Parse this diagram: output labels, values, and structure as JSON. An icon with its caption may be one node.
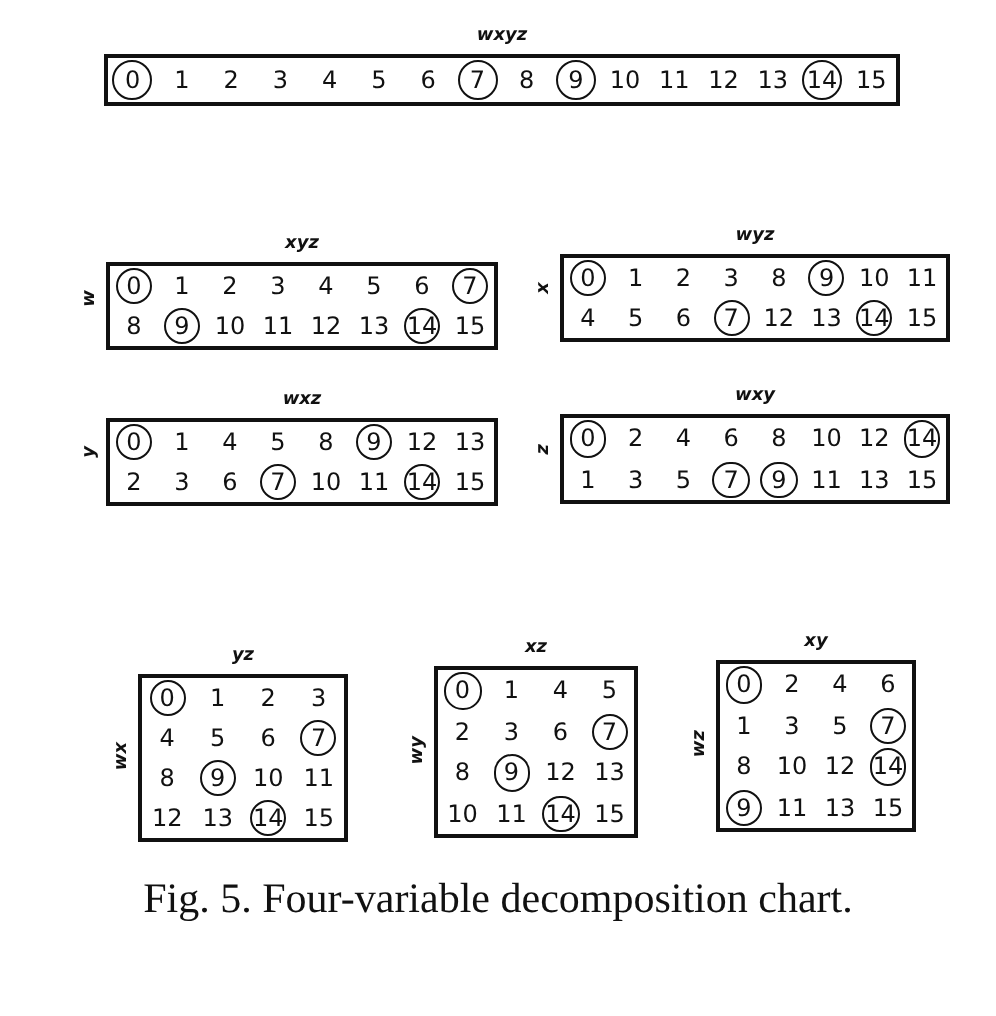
{
  "diagram": {
    "caption": "Fig. 5. Four-variable decomposition chart.",
    "nodes": [
      {
        "text": [
          "1",
          "2",
          "3",
          "4",
          "5",
          "6",
          "8",
          "10",
          "11",
          "12",
          "13",
          "15"
        ],
        "beside": [
          "wxyz"
        ]
      },
      {
        "text": [
          "0"
        ],
        "in": 0
      },
      {
        "text": [
          "7"
        ],
        "in": 0
      },
      {
        "text": [
          "9"
        ],
        "in": 0
      },
      {
        "text": [
          "14"
        ],
        "in": 0
      },
      {
        "text": [
          "1",
          "2",
          "3",
          "4",
          "5",
          "6",
          "8",
          "10",
          "11",
          "12",
          "13",
          "15"
        ],
        "beside": [
          "xyz",
          "w"
        ]
      },
      {
        "text": [
          "0"
        ],
        "in": 5
      },
      {
        "text": [
          "7"
        ],
        "in": 5
      },
      {
        "text": [
          "9"
        ],
        "in": 5
      },
      {
        "text": [
          "14"
        ],
        "in": 5
      },
      {
        "text": [
          "1",
          "2",
          "3",
          "8",
          "10",
          "11",
          "4",
          "5",
          "6",
          "12",
          "13",
          "15"
        ],
        "beside": [
          "wyz",
          "x"
        ]
      },
      {
        "text": [
          "0"
        ],
        "in": 10
      },
      {
        "text": [
          "9"
        ],
        "in": 10
      },
      {
        "text": [
          "7"
        ],
        "in": 10
      },
      {
        "text": [
          "14"
        ],
        "in": 10
      },
      {
        "text": [
          "1",
          "4",
          "5",
          "8",
          "12",
          "13",
          "2",
          "3",
          "6",
          "10",
          "11",
          "15"
        ],
        "beside": [
          "wxz",
          "y"
        ]
      },
      {
        "text": [
          "0"
        ],
        "in": 15
      },
      {
        "text": [
          "9"
        ],
        "in": 15
      },
      {
        "text": [
          "7"
        ],
        "in": 15
      },
      {
        "text": [
          "14"
        ],
        "in": 15
      },
      {
        "text": [
          "2",
          "4",
          "6",
          "8",
          "10",
          "12",
          "1",
          "3",
          "5",
          "11",
          "13",
          "15"
        ],
        "beside": [
          "wxy",
          "z"
        ]
      },
      {
        "text": [
          "0"
        ],
        "in": 20
      },
      {
        "text": [
          "14"
        ],
        "in": 20
      },
      {
        "text": [
          "7"
        ],
        "in": 20
      },
      {
        "text": [
          "9"
        ],
        "in": 20
      },
      {
        "text": [
          "1",
          "2",
          "3",
          "4",
          "5",
          "6",
          "8",
          "10",
          "11",
          "12",
          "13",
          "15"
        ],
        "beside": [
          "yz",
          "wx"
        ]
      },
      {
        "text": [
          "0"
        ],
        "in": 25
      },
      {
        "text": [
          "7"
        ],
        "in": 25
      },
      {
        "text": [
          "9"
        ],
        "in": 25
      },
      {
        "text": [
          "14"
        ],
        "in": 25
      },
      {
        "text": [
          "1",
          "4",
          "5",
          "2",
          "3",
          "6",
          "8",
          "12",
          "13",
          "10",
          "11",
          "15"
        ],
        "beside": [
          "xz",
          "wy"
        ]
      },
      {
        "text": [
          "0"
        ],
        "in": 30
      },
      {
        "text": [
          "7"
        ],
        "in": 30
      },
      {
        "text": [
          "9"
        ],
        "in": 30
      },
      {
        "text": [
          "14"
        ],
        "in": 30
      },
      {
        "text": [
          "2",
          "4",
          "6",
          "1",
          "3",
          "5",
          "8",
          "10",
          "12",
          "11",
          "13",
          "15"
        ],
        "beside": [
          "xy",
          "wz"
        ]
      },
      {
        "text": [
          "0"
        ],
        "in": 35
      },
      {
        "text": [
          "7"
        ],
        "in": 35
      },
      {
        "text": [
          "14"
        ],
        "in": 35
      },
      {
        "text": [
          "9"
        ],
        "in": 35
      }
    ]
  }
}
